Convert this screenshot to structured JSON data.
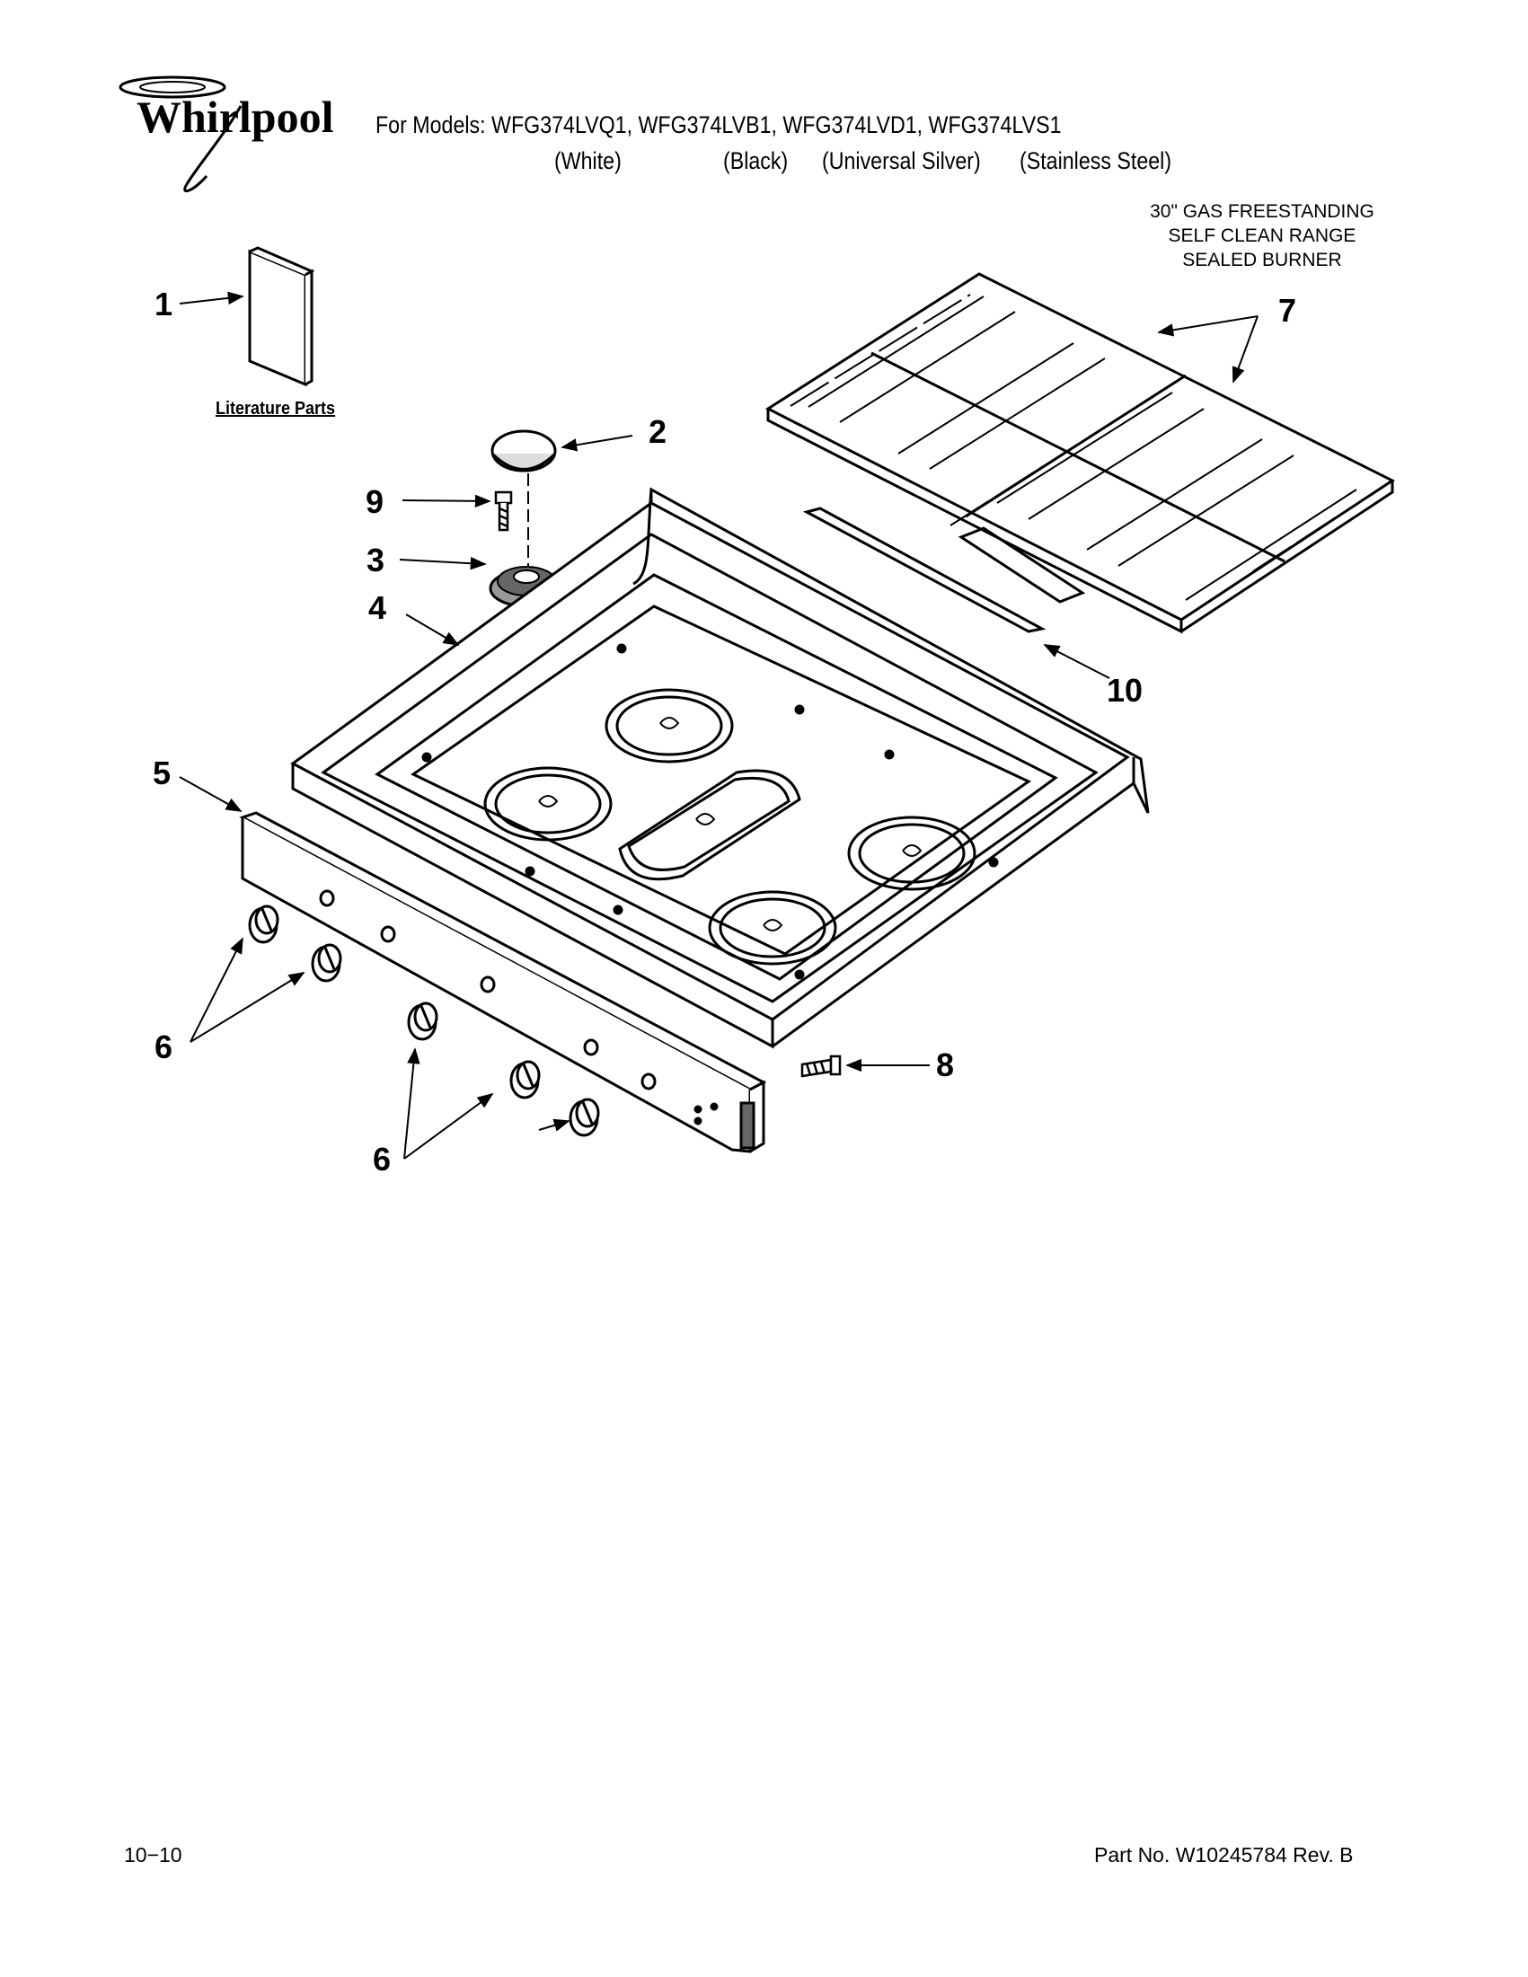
{
  "header": {
    "brand": "Whirlpool",
    "models_line": "For Models: WFG374LVQ1, WFG374LVB1, WFG374LVD1, WFG374LVS1",
    "variants": [
      "(White)",
      "(Black)",
      "(Universal Silver)",
      "(Stainless Steel)"
    ]
  },
  "description": [
    "30\" GAS FREESTANDING",
    "SELF CLEAN RANGE",
    "SEALED BURNER"
  ],
  "literature_label": "Literature Parts",
  "callouts": [
    "1",
    "2",
    "3",
    "4",
    "5",
    "6",
    "6",
    "7",
    "8",
    "9",
    "10"
  ],
  "footer": {
    "date": "10−10",
    "part_no": "Part No. W10245784 Rev. B"
  }
}
